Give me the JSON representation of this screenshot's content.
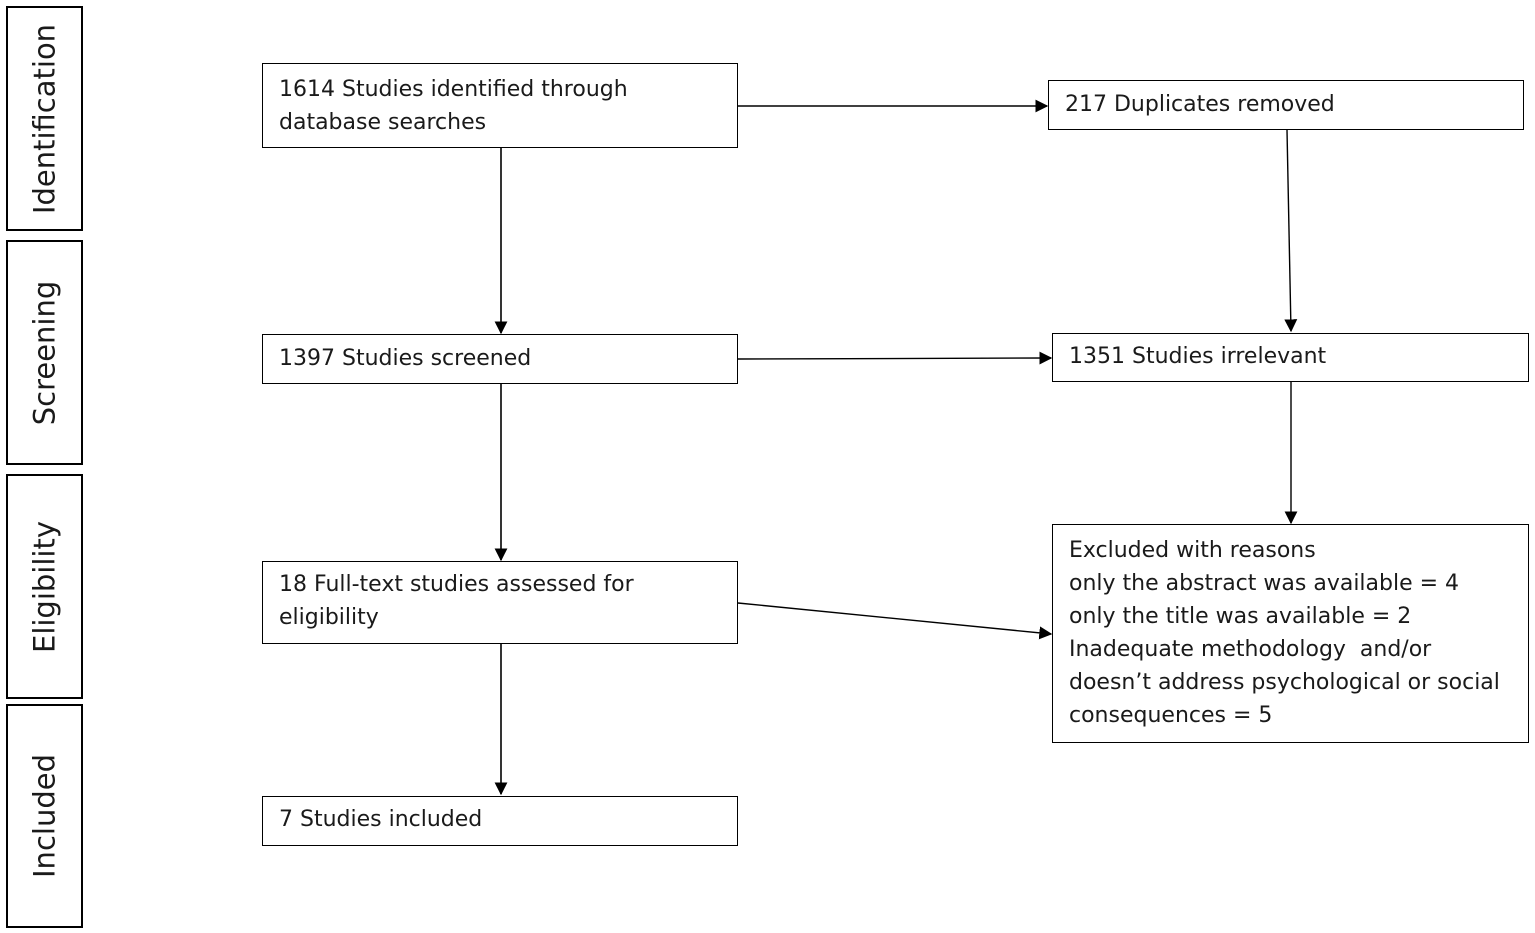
{
  "stages": {
    "identification": "Identification",
    "screening": "Screening",
    "eligibility": "Eligibility",
    "included": "Included"
  },
  "boxes": {
    "identified": [
      "1614 Studies identified through",
      "database searches"
    ],
    "duplicates": [
      "217 Duplicates removed"
    ],
    "screened": [
      "1397 Studies screened"
    ],
    "irrelevant": [
      "1351 Studies irrelevant"
    ],
    "fulltext": [
      "18 Full-text studies assessed for",
      "eligibility"
    ],
    "excluded": [
      "Excluded with reasons",
      "only the abstract was available = 4",
      "only the title was available = 2",
      "Inadequate methodology  and/or",
      "doesn’t address psychological or social",
      "consequences = 5"
    ],
    "included": [
      "7 Studies included"
    ]
  }
}
